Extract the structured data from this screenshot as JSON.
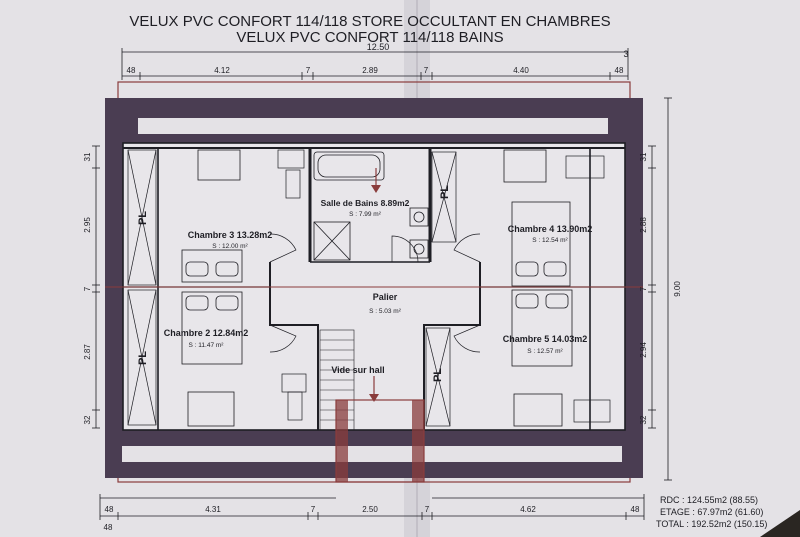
{
  "title": {
    "line1": "VELUX PVC CONFORT 114/118 STORE OCCULTANT EN CHAMBRES",
    "line2": "VELUX PVC CONFORT 114/118 BAINS"
  },
  "dimensions": {
    "top_total": "12.50",
    "top_right_mark": "3",
    "top": [
      "48",
      "4.12",
      "7",
      "2.89",
      "7",
      "4.40",
      "48"
    ],
    "bottom": [
      "48",
      "4.31",
      "7",
      "2.50",
      "7",
      "4.62",
      "48"
    ],
    "bottom_under": "48",
    "left": [
      "31",
      "2.95",
      "7",
      "2.87",
      "32"
    ],
    "right": [
      "31",
      "2.88",
      "7",
      "2.94",
      "32"
    ],
    "right_total": "9.00"
  },
  "rooms": {
    "chambre3": {
      "name": "Chambre 3  13.28m2",
      "area": "S : 12.00 m²"
    },
    "sdb": {
      "name": "Salle de Bains 8.89m2",
      "area": "S : 7.99 m²"
    },
    "chambre4": {
      "name": "Chambre 4  13.90m2",
      "area": "S : 12.54 m²"
    },
    "palier": {
      "name": "Palier",
      "area": "S : 5.03 m²"
    },
    "chambre2": {
      "name": "Chambre 2  12.84m2",
      "area": "S : 11.47 m²"
    },
    "chambre5": {
      "name": "Chambre 5 14.03m2",
      "area": "S : 12.57 m²"
    }
  },
  "closet_label": "PL",
  "vide_sur_hall": "Vide sur hall",
  "totals": {
    "rdc": "RDC : 124.55m2 (88.55)",
    "etage": "ETAGE : 67.97m2 (61.60)",
    "total": "TOTAL : 192.52m2 (150.15)"
  },
  "colors": {
    "paper": "#e4e2e6",
    "wall_band": "#4a3d52",
    "outline": "#8a3c3c",
    "ink": "#1e1e24",
    "fold_shadow": "#b9b6be"
  }
}
